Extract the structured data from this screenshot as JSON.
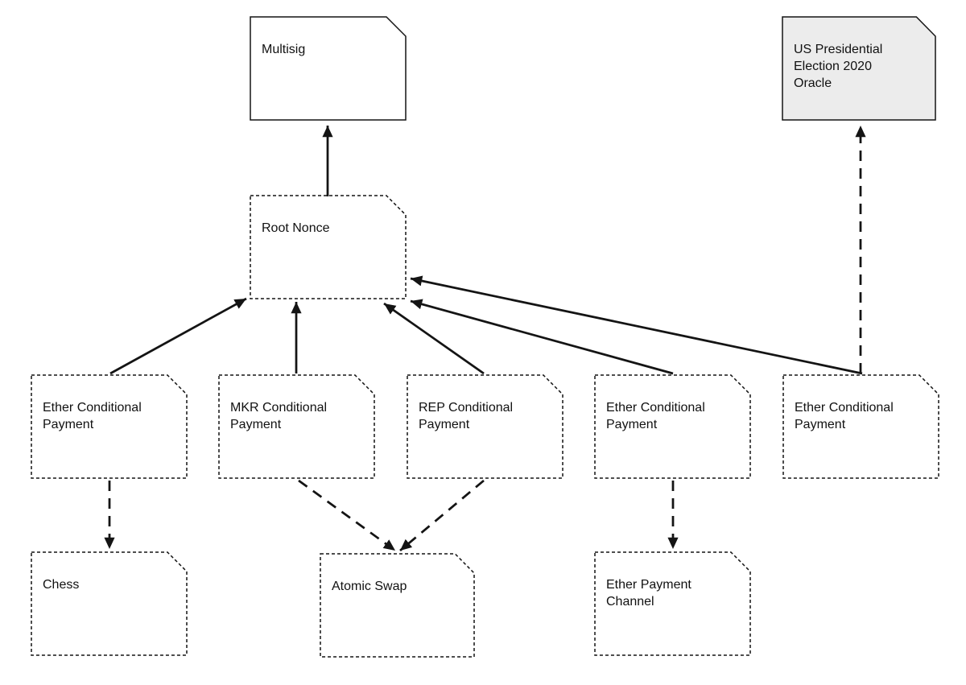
{
  "diagram": {
    "background_color": "#ffffff",
    "line_color": "#141414",
    "text_color": "#111111",
    "note_fill_default": "#ffffff",
    "nodes": [
      {
        "id": "multisig",
        "label": "Multisig",
        "lines": [
          "Multisig"
        ],
        "border": "solid",
        "fill": "#ffffff"
      },
      {
        "id": "us-presidential-election-2020-oracle",
        "label": "US Presidential Election 2020 Oracle",
        "lines": [
          "US Presidential",
          "Election 2020",
          "Oracle"
        ],
        "border": "solid",
        "fill": "#ececec"
      },
      {
        "id": "root-nonce",
        "label": "Root Nonce",
        "lines": [
          "Root Nonce"
        ],
        "border": "dashed",
        "fill": "#ffffff"
      },
      {
        "id": "ether-conditional-payment-1",
        "label": "Ether Conditional Payment",
        "lines": [
          "Ether Conditional",
          "Payment"
        ],
        "border": "dashed",
        "fill": "#ffffff"
      },
      {
        "id": "mkr-conditional-payment",
        "label": "MKR Conditional Payment",
        "lines": [
          "MKR Conditional",
          "Payment"
        ],
        "border": "dashed",
        "fill": "#ffffff"
      },
      {
        "id": "rep-conditional-payment",
        "label": "REP Conditional Payment",
        "lines": [
          "REP Conditional",
          "Payment"
        ],
        "border": "dashed",
        "fill": "#ffffff"
      },
      {
        "id": "ether-conditional-payment-2",
        "label": "Ether Conditional Payment",
        "lines": [
          "Ether Conditional",
          "Payment"
        ],
        "border": "dashed",
        "fill": "#ffffff"
      },
      {
        "id": "ether-conditional-payment-3",
        "label": "Ether Conditional Payment",
        "lines": [
          "Ether Conditional",
          "Payment"
        ],
        "border": "dashed",
        "fill": "#ffffff"
      },
      {
        "id": "chess",
        "label": "Chess",
        "lines": [
          "Chess"
        ],
        "border": "dashed",
        "fill": "#ffffff"
      },
      {
        "id": "atomic-swap",
        "label": "Atomic Swap",
        "lines": [
          "Atomic Swap"
        ],
        "border": "dashed",
        "fill": "#ffffff"
      },
      {
        "id": "ether-payment-channel",
        "label": "Ether Payment Channel",
        "lines": [
          "Ether Payment",
          "Channel"
        ],
        "border": "dashed",
        "fill": "#ffffff"
      }
    ],
    "edges": [
      {
        "from": "root-nonce",
        "to": "multisig",
        "style": "solid"
      },
      {
        "from": "ether-conditional-payment-1",
        "to": "root-nonce",
        "style": "solid"
      },
      {
        "from": "mkr-conditional-payment",
        "to": "root-nonce",
        "style": "solid"
      },
      {
        "from": "rep-conditional-payment",
        "to": "root-nonce",
        "style": "solid"
      },
      {
        "from": "ether-conditional-payment-2",
        "to": "root-nonce",
        "style": "solid"
      },
      {
        "from": "ether-conditional-payment-3",
        "to": "root-nonce",
        "style": "solid"
      },
      {
        "from": "ether-conditional-payment-3",
        "to": "us-presidential-election-2020-oracle",
        "style": "dashed"
      },
      {
        "from": "ether-conditional-payment-1",
        "to": "chess",
        "style": "dashed"
      },
      {
        "from": "mkr-conditional-payment",
        "to": "atomic-swap",
        "style": "dashed"
      },
      {
        "from": "rep-conditional-payment",
        "to": "atomic-swap",
        "style": "dashed"
      },
      {
        "from": "ether-conditional-payment-2",
        "to": "ether-payment-channel",
        "style": "dashed"
      }
    ]
  }
}
